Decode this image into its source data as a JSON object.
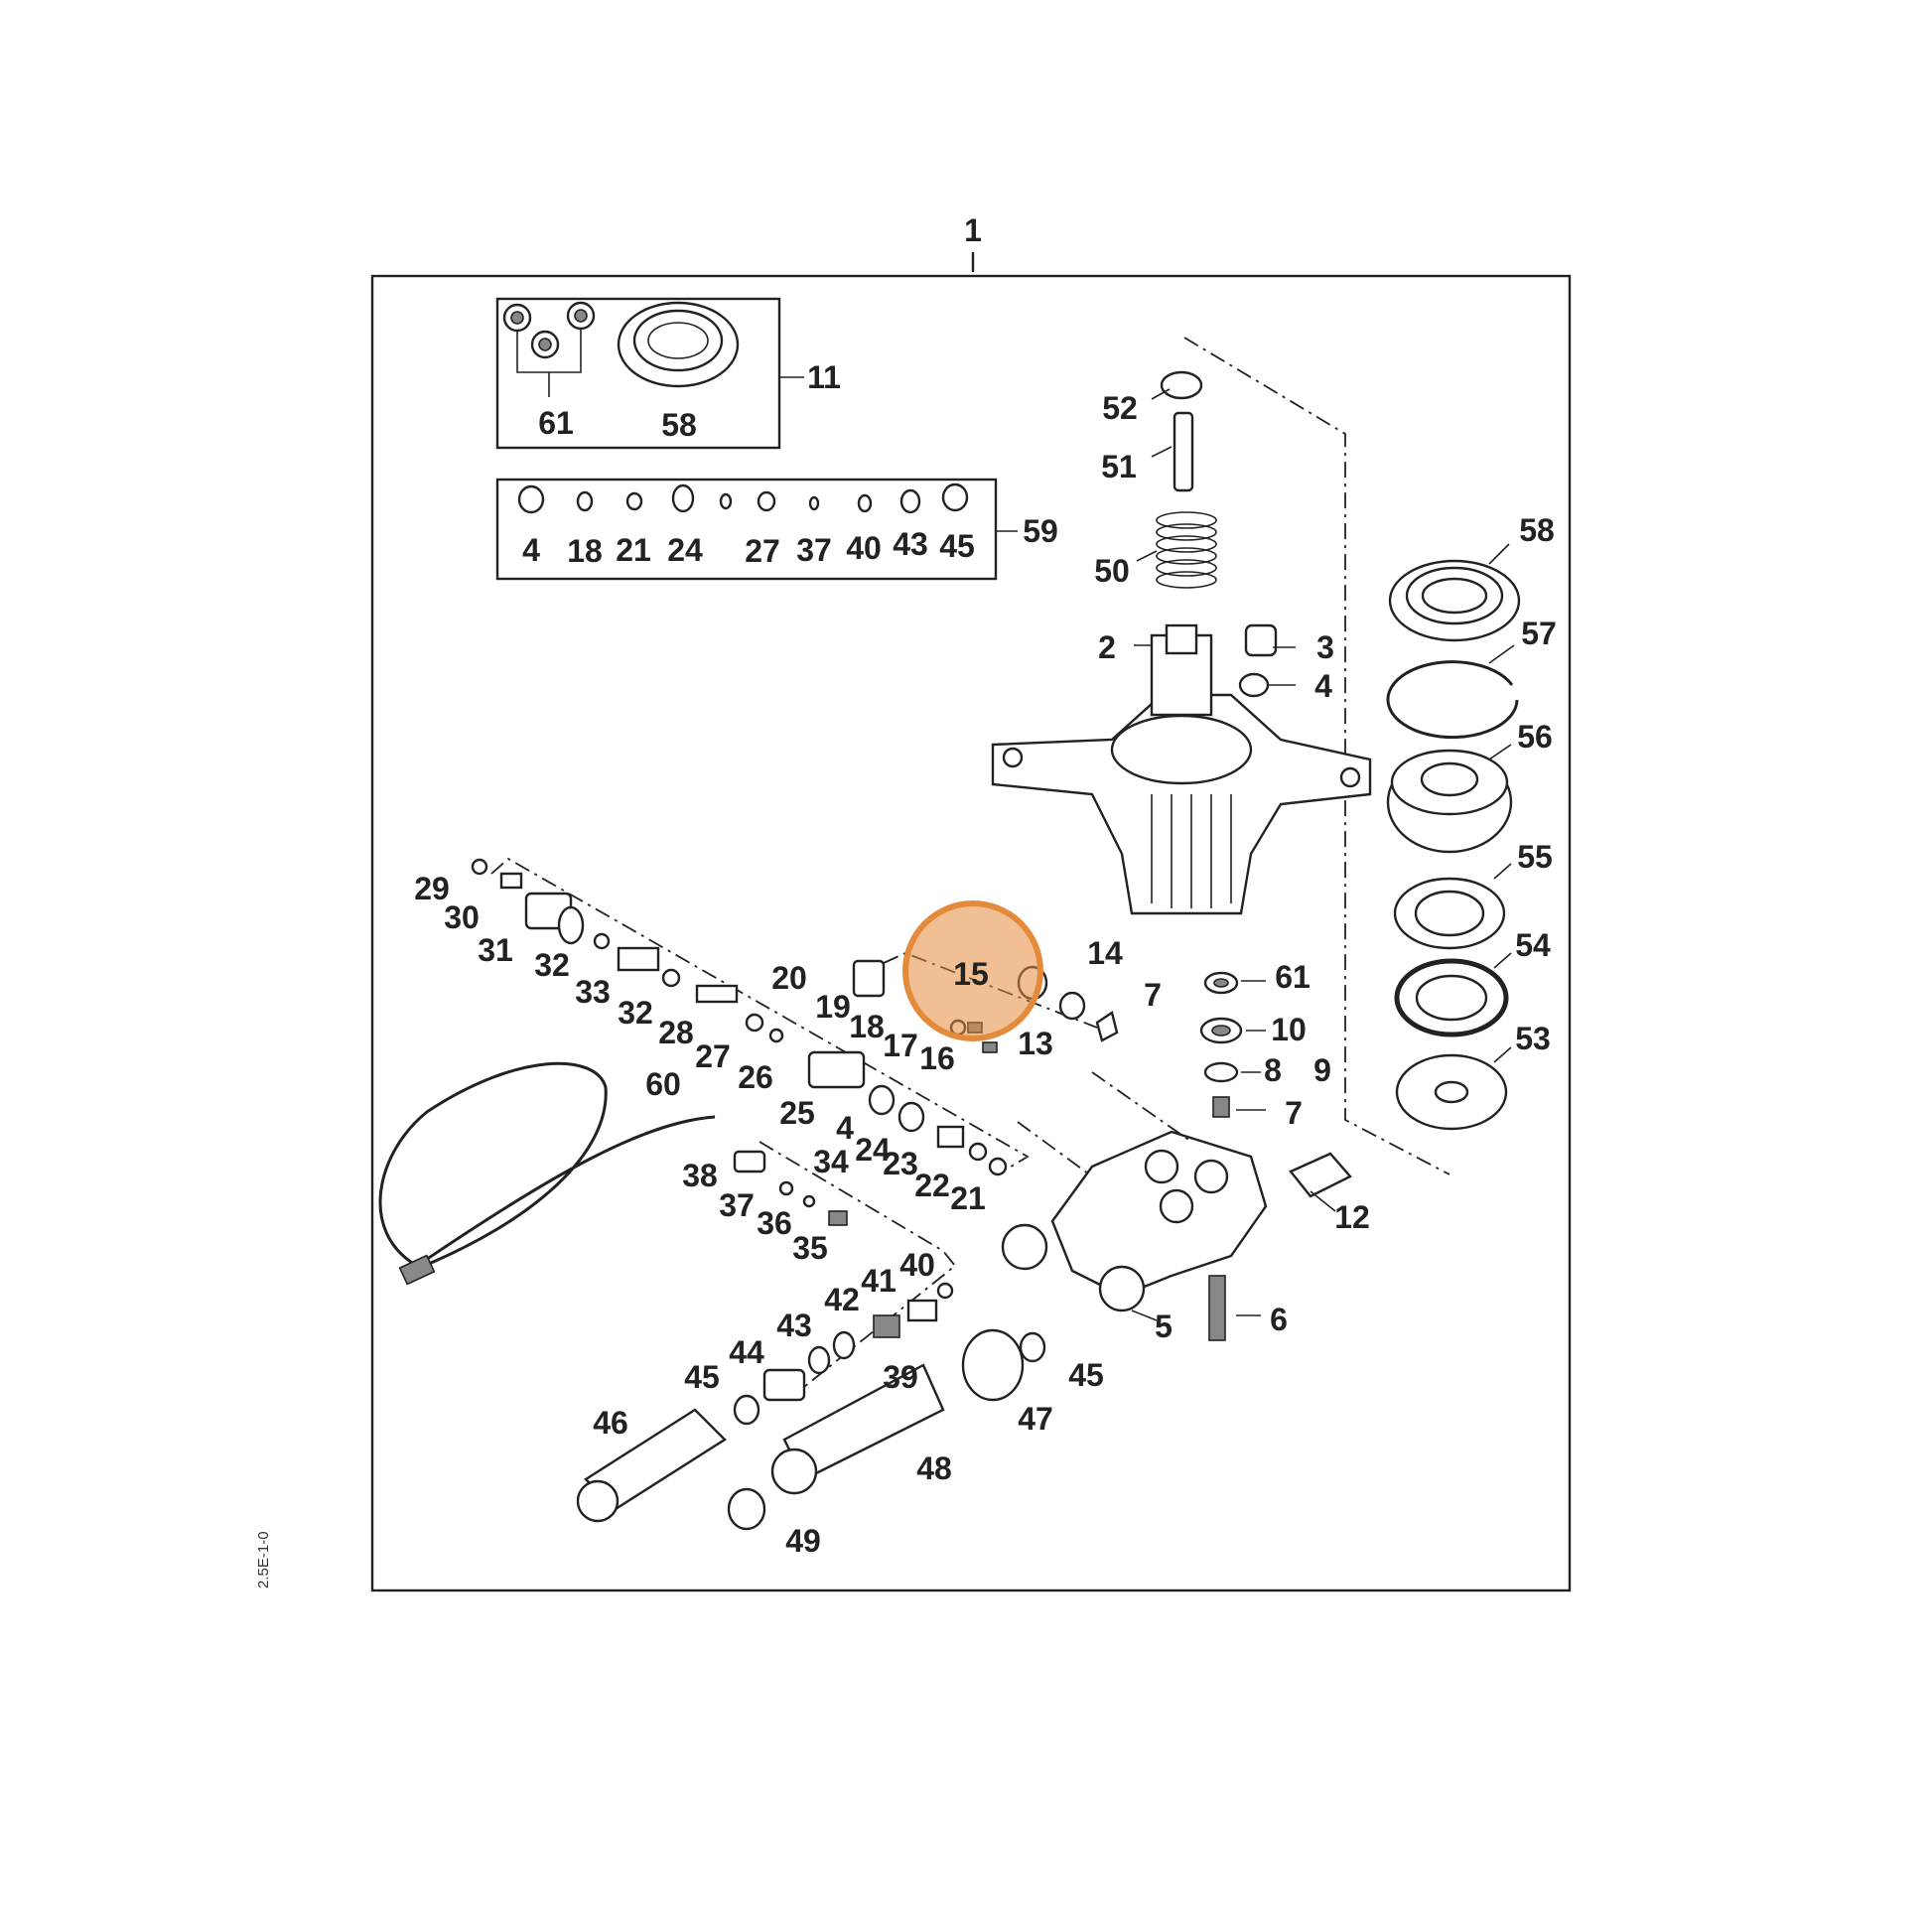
{
  "diagram": {
    "assembly_number": "1",
    "highlight": {
      "label": "15",
      "color": "#e48a3b"
    },
    "labels": [
      {
        "id": "l61a",
        "text": "61"
      },
      {
        "id": "l58a",
        "text": "58"
      },
      {
        "id": "l11",
        "text": "11"
      },
      {
        "id": "k4",
        "text": "4"
      },
      {
        "id": "k18",
        "text": "18"
      },
      {
        "id": "k21",
        "text": "21"
      },
      {
        "id": "k24",
        "text": "24"
      },
      {
        "id": "k27",
        "text": "27"
      },
      {
        "id": "k37",
        "text": "37"
      },
      {
        "id": "k40",
        "text": "40"
      },
      {
        "id": "k43",
        "text": "43"
      },
      {
        "id": "k45",
        "text": "45"
      },
      {
        "id": "l59",
        "text": "59"
      },
      {
        "id": "l52",
        "text": "52"
      },
      {
        "id": "l51",
        "text": "51"
      },
      {
        "id": "l50",
        "text": "50"
      },
      {
        "id": "l58b",
        "text": "58"
      },
      {
        "id": "l57",
        "text": "57"
      },
      {
        "id": "l56",
        "text": "56"
      },
      {
        "id": "l55",
        "text": "55"
      },
      {
        "id": "l54",
        "text": "54"
      },
      {
        "id": "l53",
        "text": "53"
      },
      {
        "id": "l2",
        "text": "2"
      },
      {
        "id": "l3",
        "text": "3"
      },
      {
        "id": "l4a",
        "text": "4"
      },
      {
        "id": "l29",
        "text": "29"
      },
      {
        "id": "l30",
        "text": "30"
      },
      {
        "id": "l31",
        "text": "31"
      },
      {
        "id": "l32a",
        "text": "32"
      },
      {
        "id": "l33",
        "text": "33"
      },
      {
        "id": "l32b",
        "text": "32"
      },
      {
        "id": "l28",
        "text": "28"
      },
      {
        "id": "l27",
        "text": "27"
      },
      {
        "id": "l26",
        "text": "26"
      },
      {
        "id": "l25",
        "text": "25"
      },
      {
        "id": "l4b",
        "text": "4"
      },
      {
        "id": "l34",
        "text": "34"
      },
      {
        "id": "l24",
        "text": "24"
      },
      {
        "id": "l23",
        "text": "23"
      },
      {
        "id": "l22",
        "text": "22"
      },
      {
        "id": "l21",
        "text": "21"
      },
      {
        "id": "l20",
        "text": "20"
      },
      {
        "id": "l19",
        "text": "19"
      },
      {
        "id": "l18",
        "text": "18"
      },
      {
        "id": "l17",
        "text": "17"
      },
      {
        "id": "l16",
        "text": "16"
      },
      {
        "id": "l13",
        "text": "13"
      },
      {
        "id": "l14",
        "text": "14"
      },
      {
        "id": "l7a",
        "text": "7"
      },
      {
        "id": "l61b",
        "text": "61"
      },
      {
        "id": "l10",
        "text": "10"
      },
      {
        "id": "l8",
        "text": "8"
      },
      {
        "id": "l9",
        "text": "9"
      },
      {
        "id": "l7b",
        "text": "7"
      },
      {
        "id": "l12",
        "text": "12"
      },
      {
        "id": "l6",
        "text": "6"
      },
      {
        "id": "l5",
        "text": "5"
      },
      {
        "id": "l60",
        "text": "60"
      },
      {
        "id": "l38",
        "text": "38"
      },
      {
        "id": "l37",
        "text": "37"
      },
      {
        "id": "l36",
        "text": "36"
      },
      {
        "id": "l35",
        "text": "35"
      },
      {
        "id": "l40",
        "text": "40"
      },
      {
        "id": "l41",
        "text": "41"
      },
      {
        "id": "l42",
        "text": "42"
      },
      {
        "id": "l43",
        "text": "43"
      },
      {
        "id": "l44",
        "text": "44"
      },
      {
        "id": "l45a",
        "text": "45"
      },
      {
        "id": "l39",
        "text": "39"
      },
      {
        "id": "l46",
        "text": "46"
      },
      {
        "id": "l47",
        "text": "47"
      },
      {
        "id": "l45b",
        "text": "45"
      },
      {
        "id": "l48",
        "text": "48"
      },
      {
        "id": "l49",
        "text": "49"
      }
    ],
    "side_code": "2.5E-1-0"
  }
}
